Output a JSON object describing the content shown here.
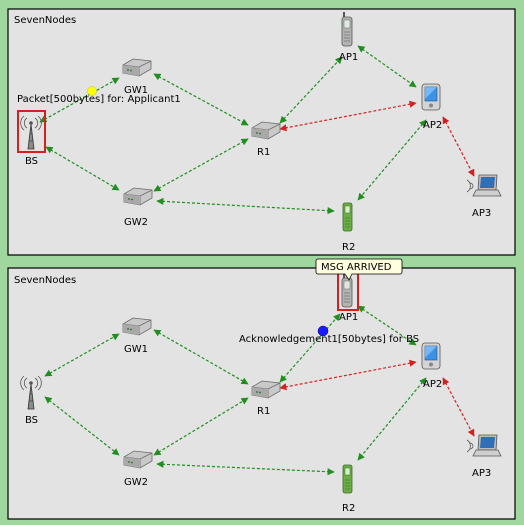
{
  "colors": {
    "frame_bg": "#9fd79f",
    "panel_bg": "#e3e3e3",
    "panel_border": "#000000",
    "green_link": "#1f8f1f",
    "red_link": "#d62020",
    "highlight": "#d42020",
    "packet_yellow": "#ffff00",
    "packet_blue": "#1a1aff",
    "bubble_bg": "#ffffe0"
  },
  "panels": [
    {
      "title": "SevenNodes",
      "nodes": {
        "bs": "BS",
        "gw1": "GW1",
        "gw2": "GW2",
        "r1": "R1",
        "ap1": "AP1",
        "ap2": "AP2",
        "ap3": "AP3",
        "r2": "R2"
      },
      "packet_label": "Packet[500bytes] for: Applicant1",
      "highlighted_node": "BS"
    },
    {
      "title": "SevenNodes",
      "nodes": {
        "bs": "BS",
        "gw1": "GW1",
        "gw2": "GW2",
        "r1": "R1",
        "ap1": "AP1",
        "ap2": "AP2",
        "ap3": "AP3",
        "r2": "R2"
      },
      "packet_label": "Acknowledgement1[50bytes] for BS",
      "bubble": "MSG ARRIVED",
      "highlighted_node": "AP1"
    }
  ]
}
